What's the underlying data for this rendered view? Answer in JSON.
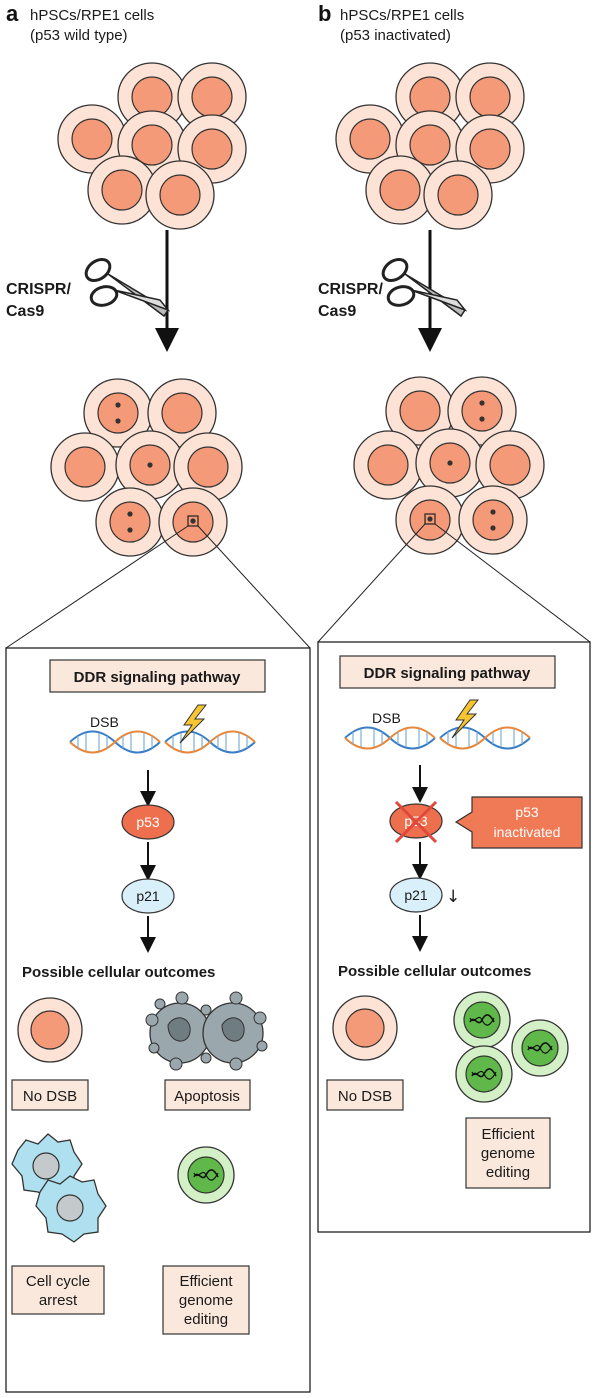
{
  "panel_a": {
    "letter": "a",
    "title_line1": "hPSCs/RPE1 cells",
    "title_line2": "(p53 wild type)",
    "crispr_line1": "CRISPR/",
    "crispr_line2": "Cas9",
    "pathway_title": "DDR signaling pathway",
    "dsb_label": "DSB",
    "protein1": "p53",
    "protein2": "p21",
    "outcomes_title": "Possible cellular outcomes",
    "outcome_no_dsb": "No DSB",
    "outcome_apoptosis": "Apoptosis",
    "outcome_arrest_line1": "Cell cycle",
    "outcome_arrest_line2": "arrest",
    "outcome_edit_line1": "Efficient",
    "outcome_edit_line2": "genome",
    "outcome_edit_line3": "editing"
  },
  "panel_b": {
    "letter": "b",
    "title_line1": "hPSCs/RPE1 cells",
    "title_line2": "(p53 inactivated)",
    "crispr_line1": "CRISPR/",
    "crispr_line2": "Cas9",
    "pathway_title": "DDR signaling pathway",
    "dsb_label": "DSB",
    "protein1": "p53",
    "callout_line1": "p53",
    "callout_line2": "inactivated",
    "protein2": "p21",
    "p21_down_arrow": "↓",
    "outcomes_title": "Possible cellular outcomes",
    "outcome_no_dsb": "No DSB",
    "outcome_edit_line1": "Efficient",
    "outcome_edit_line2": "genome",
    "outcome_edit_line3": "editing"
  },
  "colors": {
    "cell_outer": "#fde3d6",
    "cell_nucleus": "#f59a78",
    "p53_fill": "#ee6f4e",
    "p21_fill": "#d9f0fa",
    "label_box": "#fbe8dc",
    "apoptosis_fill": "#9aa8ae",
    "arrest_fill": "#aee0ef",
    "edit_fill": "#9fd98a",
    "callout_fill": "#ef7a55",
    "cross": "#e0483a"
  }
}
